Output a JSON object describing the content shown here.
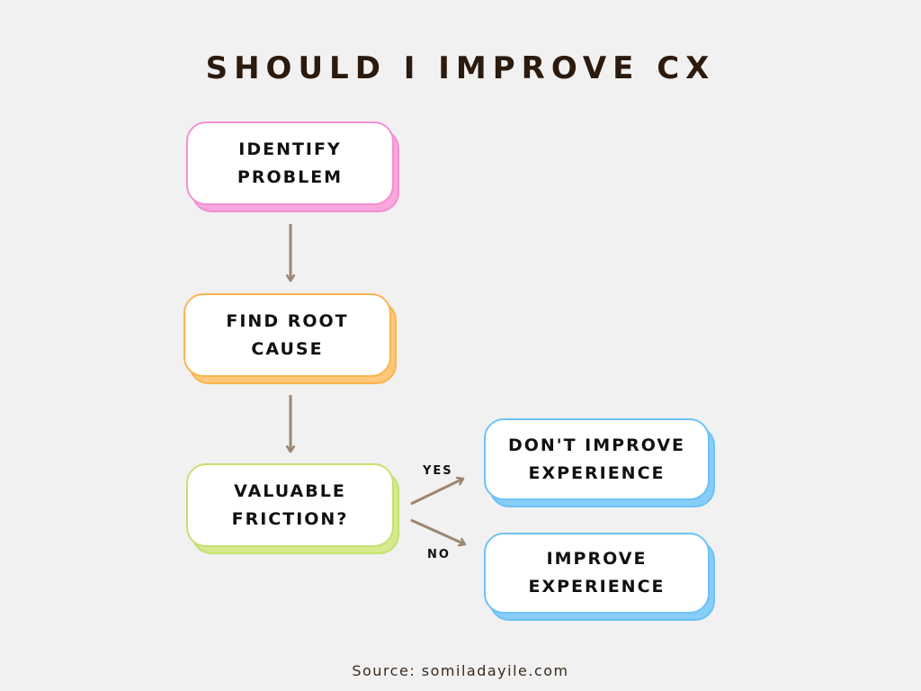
{
  "title": "SHOULD I IMPROVE CX",
  "colors": {
    "background": "#f1f1f1",
    "title": "#2b1a0e",
    "arrow": "#9c8670",
    "pink": "#f58fd2",
    "orange": "#fbb450",
    "green": "#c6e06f",
    "blue": "#6cc2f6"
  },
  "nodes": {
    "identify": {
      "line1": "IDENTIFY",
      "line2": "PROBLEM"
    },
    "root_cause": {
      "line1": "FIND ROOT",
      "line2": "CAUSE"
    },
    "valuable": {
      "line1": "VALUABLE",
      "line2": "FRICTION?"
    },
    "dont_improve": {
      "line1": "DON'T IMPROVE",
      "line2": "EXPERIENCE"
    },
    "improve": {
      "line1": "IMPROVE",
      "line2": "EXPERIENCE"
    }
  },
  "edges": {
    "yes_label": "YES",
    "no_label": "NO"
  },
  "source": "Source: somiladayile.com"
}
